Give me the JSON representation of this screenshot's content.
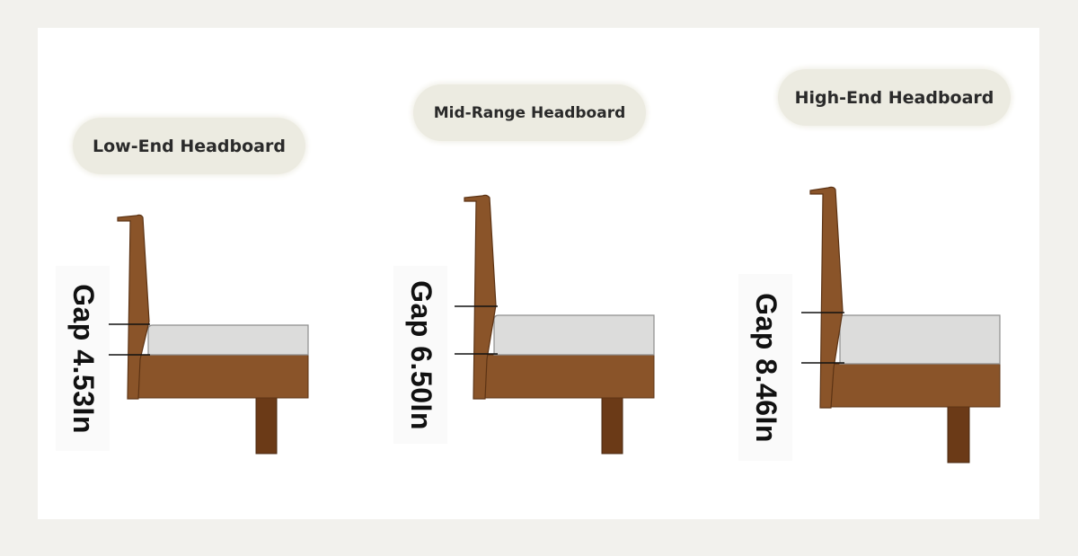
{
  "colors": {
    "frame": "#8a5429",
    "frame_dark": "#5c3314",
    "leg": "#6b3a17",
    "mattress": "#dcdcdb",
    "mattress_border": "#8e8e8e",
    "pill_bg": "#ecebe1"
  },
  "panels": [
    {
      "title": "Low-End Headboard",
      "gap_label": "Gap 4.53In"
    },
    {
      "title": "Mid-Range Headboard",
      "gap_label": "Gap 6.50In"
    },
    {
      "title": "High-End Headboard",
      "gap_label": "Gap 8.46In"
    }
  ]
}
